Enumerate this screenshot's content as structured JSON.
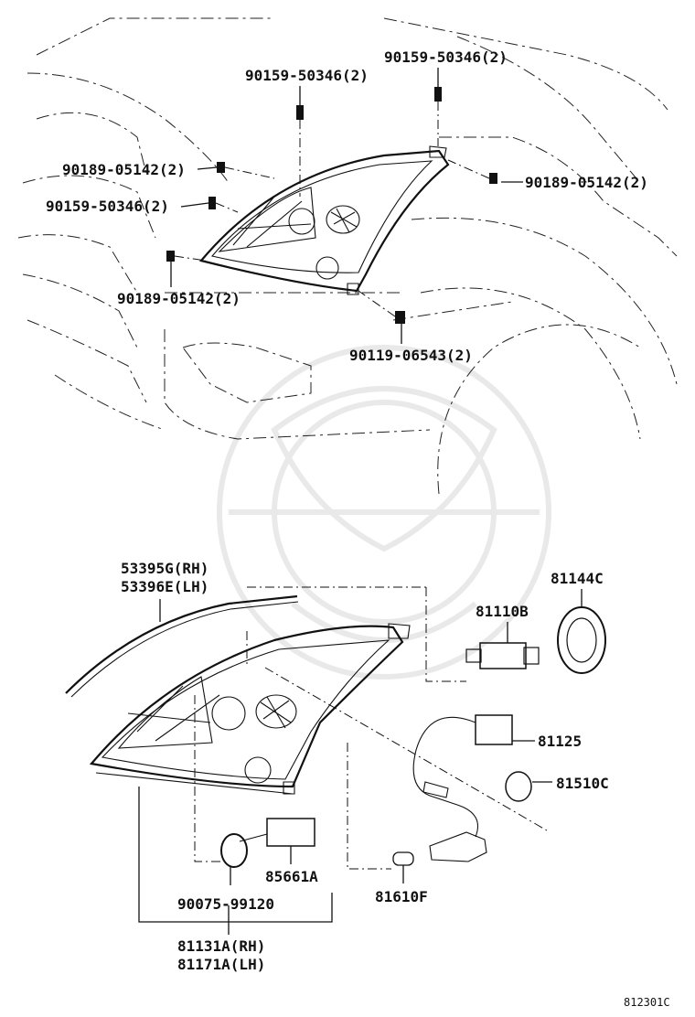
{
  "diagram": {
    "parts": {
      "p1": "90159-50346(2)",
      "p2": "90159-50346(2)",
      "p3": "90189-05142(2)",
      "p4": "90189-05142(2)",
      "p5": "90159-50346(2)",
      "p6": "90189-05142(2)",
      "p7": "90119-06543(2)",
      "p8a": "53395G(RH)",
      "p8b": "53396E(LH)",
      "p9": "81144C",
      "p10": "81110B",
      "p11": "81125",
      "p12": "81510C",
      "p13": "85661A",
      "p14": "81610F",
      "p15": "90075-99120",
      "p16a": "81131A(RH)",
      "p16b": "81171A(LH)"
    },
    "figure_number": "812301C"
  }
}
